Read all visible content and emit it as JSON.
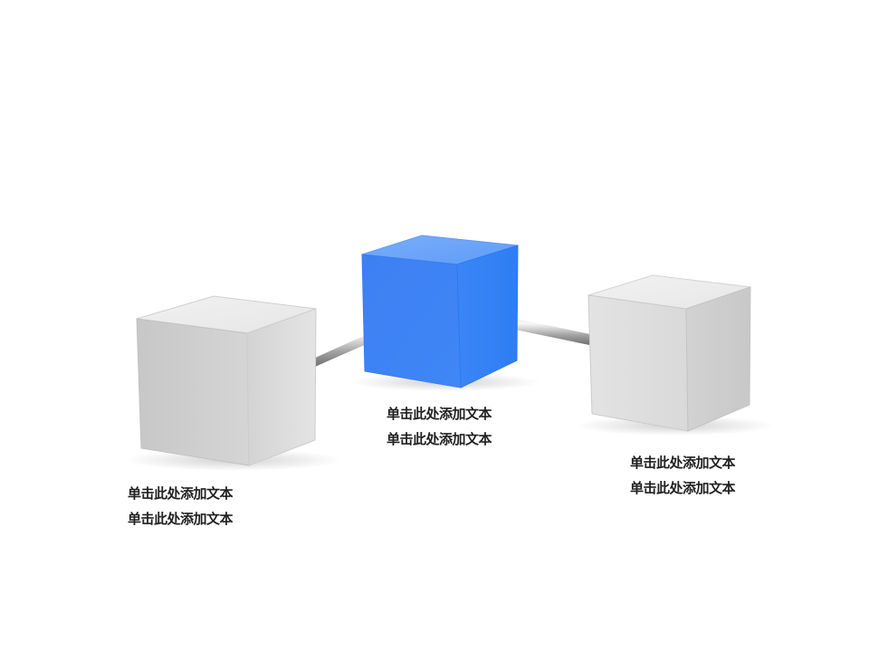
{
  "nodes": [
    {
      "id": "left",
      "color": "#d6d6d6",
      "highlighted": false,
      "text_lines": [
        "单击此处添加文本",
        "单击此处添加文本"
      ]
    },
    {
      "id": "center",
      "color": "#3f86f5",
      "highlighted": true,
      "text_lines": [
        "单击此处添加文本",
        "单击此处添加文本"
      ]
    },
    {
      "id": "right",
      "color": "#dcdcdc",
      "highlighted": false,
      "text_lines": [
        "单击此处添加文本",
        "单击此处添加文本"
      ]
    }
  ],
  "connectors": [
    {
      "from": "left",
      "to": "center",
      "color": "#a9a9a9"
    },
    {
      "from": "center",
      "to": "right",
      "color": "#a9a9a9"
    }
  ]
}
